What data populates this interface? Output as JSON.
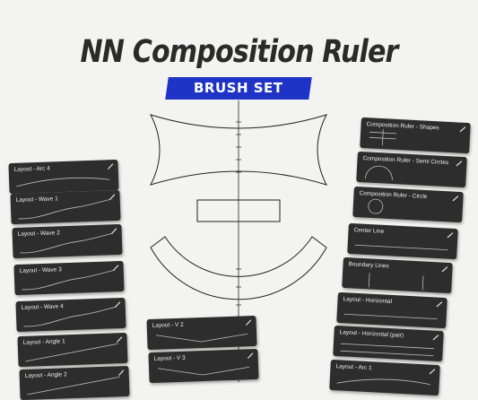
{
  "title": "NN Composition Ruler",
  "badge": "BRUSH SET",
  "colors": {
    "accent": "#1f33c7",
    "card": "#2d2d2d",
    "title": "#2a2a2a"
  },
  "icons": {
    "brush": "pen-icon"
  },
  "left_column": [
    {
      "label": "Layout - Arc 4",
      "stroke": "arc"
    },
    {
      "label": "Layout - Wave 1",
      "stroke": "wave"
    },
    {
      "label": "Layout - Wave 2",
      "stroke": "wave"
    },
    {
      "label": "Layout - Wave 3",
      "stroke": "wave"
    },
    {
      "label": "Layout - Wave 4",
      "stroke": "wave"
    },
    {
      "label": "Layout - Angle 1",
      "stroke": "angle"
    },
    {
      "label": "Layout - Angle 2",
      "stroke": "angle"
    }
  ],
  "middle_column": [
    {
      "label": "Layout - V 2",
      "stroke": "v"
    },
    {
      "label": "Layout - V 3",
      "stroke": "v"
    }
  ],
  "right_column": [
    {
      "label": "Composition Ruler - Shapes",
      "stroke": "shapes"
    },
    {
      "label": "Composition Ruler - Semi Circles",
      "stroke": "semi"
    },
    {
      "label": "Composition Ruler - Circle",
      "stroke": "circle"
    },
    {
      "label": "Center Line",
      "stroke": "hline"
    },
    {
      "label": "Boundary Lines",
      "stroke": "boundary"
    },
    {
      "label": "Layout - Horizontal",
      "stroke": "hline"
    },
    {
      "label": "Layout - Horizontal (pair)",
      "stroke": "pair"
    },
    {
      "label": "Layout - Arc 1",
      "stroke": "arc"
    }
  ]
}
